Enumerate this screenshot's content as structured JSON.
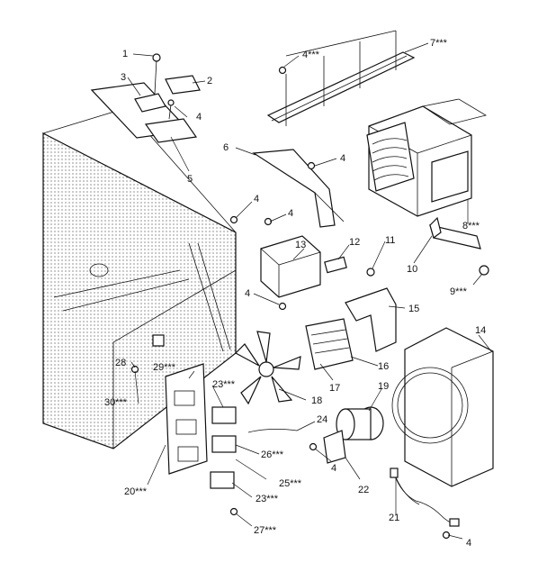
{
  "callouts": {
    "c1": "1",
    "c3": "3",
    "c2": "2",
    "c4a": "4",
    "c4top": "4***",
    "c7": "7***",
    "c5": "5",
    "c6": "6",
    "c4b": "4",
    "c4c": "4",
    "c4d": "4",
    "c13": "13",
    "c12": "12",
    "c11": "11",
    "c8": "8***",
    "c10": "10",
    "c9": "9***",
    "c4e": "4",
    "c15": "15",
    "c14": "14",
    "c28": "28",
    "c29": "29***",
    "c23a": "23***",
    "c16": "16",
    "c17": "17",
    "c18": "18",
    "c30": "30***",
    "c19": "19",
    "c24": "24",
    "c26": "26***",
    "c25": "25***",
    "c4f": "4",
    "c22": "22",
    "c20": "20***",
    "c23b": "23***",
    "c21": "21",
    "c27": "27***",
    "c4g": "4"
  }
}
